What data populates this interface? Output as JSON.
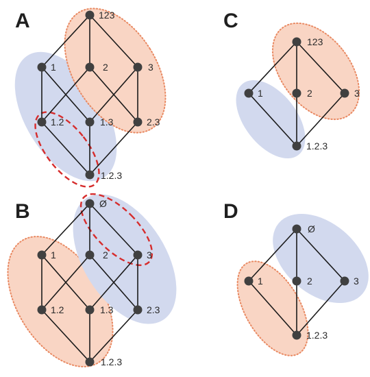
{
  "figure": {
    "colors": {
      "blue_region": "#d2d9ee",
      "orange_region": "#f9d5c4",
      "orange_border": "#e98a63",
      "selection": "#d62c2c",
      "node": "#404040",
      "edge": "#1a1a1a"
    },
    "panels": {
      "A": {
        "letter": "A",
        "nodes": {
          "top": "123",
          "n1": "1",
          "n2": "2",
          "n3": "3",
          "n12": "1.2",
          "n13": "1.3",
          "n23": "2.3",
          "bottom": "1.2.3"
        }
      },
      "B": {
        "letter": "B",
        "nodes": {
          "top": "Ø",
          "n1": "1",
          "n2": "2",
          "n3": "3",
          "n12": "1.2",
          "n13": "1.3",
          "n23": "2.3",
          "bottom": "1.2.3"
        }
      },
      "C": {
        "letter": "C",
        "nodes": {
          "top": "123",
          "n1": "1",
          "n2": "2",
          "n3": "3",
          "bottom": "1.2.3"
        }
      },
      "D": {
        "letter": "D",
        "nodes": {
          "top": "Ø",
          "n1": "1",
          "n2": "2",
          "n3": "3",
          "bottom": "1.2.3"
        }
      }
    }
  }
}
